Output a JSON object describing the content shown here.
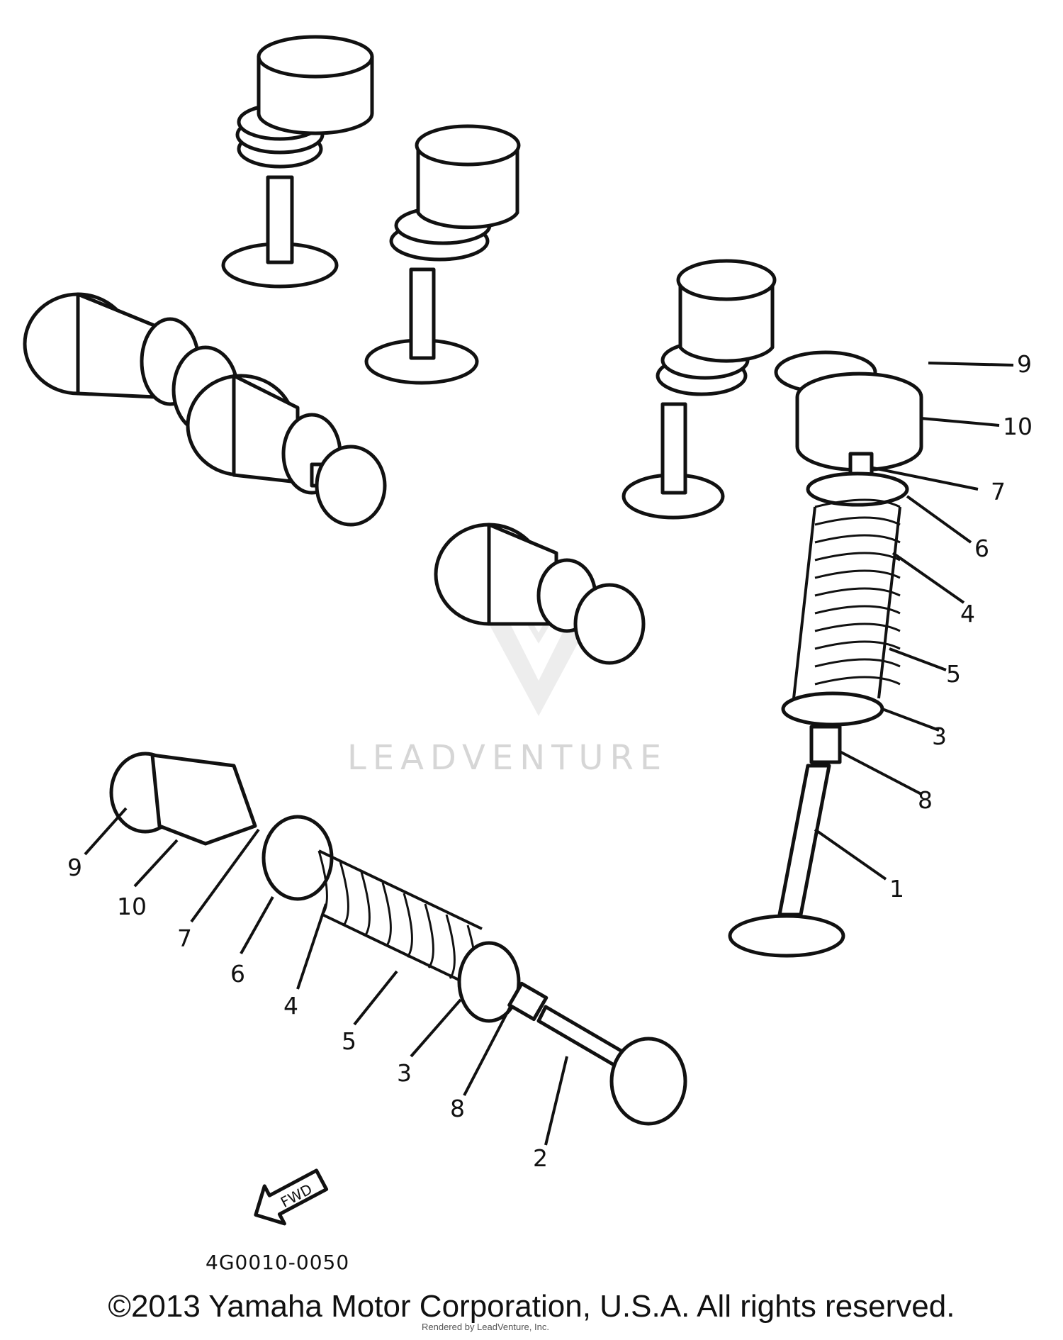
{
  "callouts_right": [
    "9",
    "10",
    "7",
    "6",
    "4",
    "5",
    "3",
    "8",
    "1"
  ],
  "callouts_left": [
    "9",
    "10",
    "7",
    "6",
    "4",
    "5",
    "3",
    "8",
    "2"
  ],
  "fwd_label": "FWD",
  "diagram_code": "4G0010-0050",
  "watermark": "LEADVENTURE",
  "copyright": "©2013 Yamaha Motor Corporation, U.S.A. All rights reserved.",
  "footer_small": "Rendered by LeadVenture, Inc."
}
